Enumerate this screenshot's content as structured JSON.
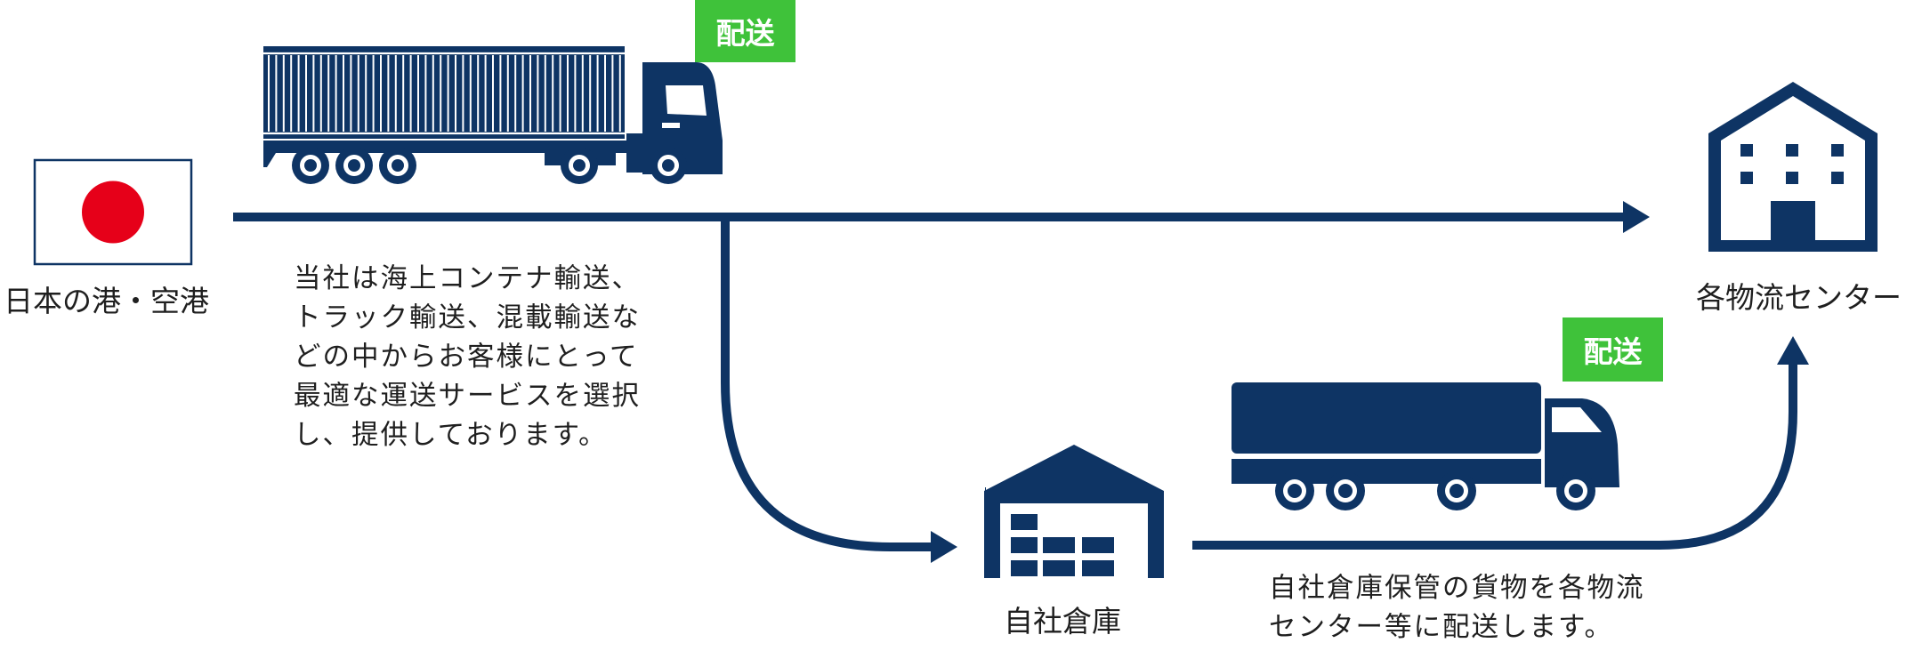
{
  "colors": {
    "navy": "#0e3464",
    "green": "#3fc23a",
    "flag_red": "#e60019",
    "text": "#1f1f1f"
  },
  "origin": {
    "label": "日本の港・空港",
    "icon": "japan-flag-icon"
  },
  "destination": {
    "label": "各物流センター",
    "icon": "distribution-center-building-icon"
  },
  "warehouse": {
    "label": "自社倉庫",
    "icon": "warehouse-icon"
  },
  "top_route": {
    "badge": "配送",
    "vehicle_icon": "container-truck-icon",
    "description_lines": [
      "当社は海上コンテナ輸送、",
      "トラック輸送、混載輸送な",
      "どの中からお客様にとって",
      "最適な運送サービスを選択",
      "し、提供しております。"
    ]
  },
  "bottom_route": {
    "badge": "配送",
    "vehicle_icon": "box-truck-icon",
    "description_lines": [
      "自社倉庫保管の貨物を各物流",
      "センター等に配送します。"
    ]
  }
}
